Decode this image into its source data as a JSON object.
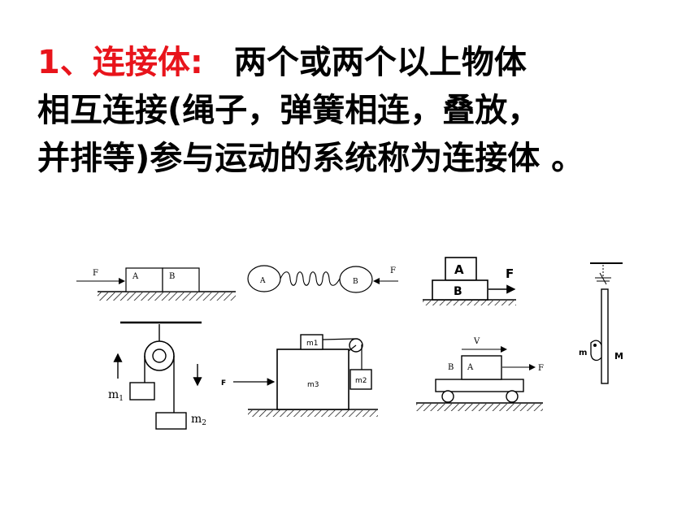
{
  "heading": {
    "number_term": "1、连接体:",
    "line1": "两个或两个以上物体",
    "line2": "相互连接(绳子，弹簧相连，叠放，",
    "line3": "并排等)参与运动的系统称为连接体 。",
    "accent_color": "#e8141b"
  },
  "figures": {
    "side_by_side": {
      "force": "F",
      "block_a": "A",
      "block_b": "B"
    },
    "spring": {
      "ball_a": "A",
      "ball_b": "B",
      "force": "F"
    },
    "stacked": {
      "top": "A",
      "bottom": "B",
      "force": "F"
    },
    "pole": {
      "climber": "m",
      "pole": "M"
    },
    "pulley": {
      "mass1": "m",
      "mass1_sub": "1",
      "mass2": "m",
      "mass2_sub": "2"
    },
    "block_pulley": {
      "force": "F",
      "big": "m3",
      "top": "m1",
      "side": "m2"
    },
    "cart": {
      "velocity": "V",
      "cart": "B",
      "block": "A",
      "force": "F"
    }
  }
}
